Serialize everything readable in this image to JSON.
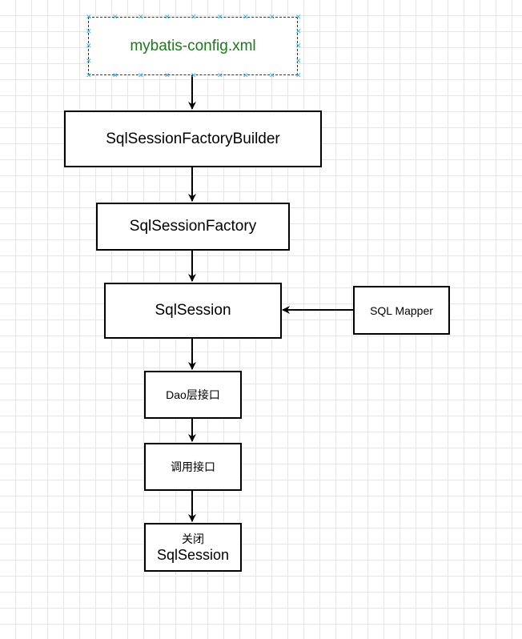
{
  "diagram": {
    "nodes": {
      "config": "mybatis-config.xml",
      "builder": "SqlSessionFactoryBuilder",
      "factory": "SqlSessionFactory",
      "session": "SqlSession",
      "mapper": "SQL Mapper",
      "dao": "Dao层接口",
      "call": "调用接口",
      "close_line1": "关闭",
      "close_line2": "SqlSession"
    },
    "colors": {
      "selected_text": "#1a7a1a",
      "selection_handle": "#29b6f6",
      "grid": "#e6e6e6"
    }
  }
}
